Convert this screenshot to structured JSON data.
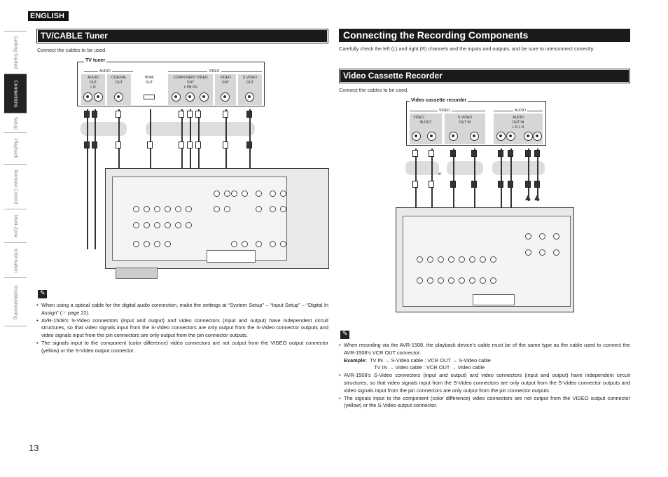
{
  "language_tab": "ENGLISH",
  "side_tabs": [
    {
      "label": "Getting Started",
      "active": false
    },
    {
      "label": "Connections",
      "active": true
    },
    {
      "label": "Setup",
      "active": false
    },
    {
      "label": "Playback",
      "active": false
    },
    {
      "label": "Remote Control",
      "active": false
    },
    {
      "label": "Multi-Zone",
      "active": false
    },
    {
      "label": "Information",
      "active": false
    },
    {
      "label": "Troubleshooting",
      "active": false
    }
  ],
  "left": {
    "heading": "TV/CABLE Tuner",
    "intro": "Connect the cables to be used.",
    "device_label": "TV tuner",
    "audio_group": "AUDIO",
    "video_group": "VIDEO",
    "connectors": [
      {
        "top": "AUDIO",
        "mid": "OUT",
        "sub": "L      R"
      },
      {
        "top": "COAXIAL",
        "mid": "OUT",
        "sub": ""
      },
      {
        "top": "HDMI",
        "mid": "OUT",
        "sub": ""
      },
      {
        "top": "COMPONENT VIDEO",
        "mid": "OUT",
        "sub": "Y     PB     PR"
      },
      {
        "top": "VIDEO",
        "mid": "OUT",
        "sub": ""
      },
      {
        "top": "S VIDEO",
        "mid": "OUT",
        "sub": ""
      }
    ],
    "notes": [
      "When using a optical cable for the digital audio connection, make the settings at “System Setup” – “Input Setup” – “Digital In Assign” (☞ page 22).",
      "AVR-1508’s S-Video connectors (input and output) and video connectors (input and output) have independent circuit structures, so that video signals input from the S-Video connectors are only output from the S-Video connector outputs and video signals input from the pin connectors are only output from the pin connector outputs.",
      "The signals input to the component (color difference) video connectors are not output from the VIDEO output connector (yellow) or the S-Video output connector."
    ]
  },
  "right": {
    "heading": "Connecting the Recording Components",
    "intro": "Carefully check the left (L) and right (R) channels and the inputs and outputs, and be sure to interconnect correctly.",
    "subheading": "Video Cassette Recorder",
    "sub_intro": "Connect the cables to be used.",
    "device_label": "Video cassette recorder",
    "video_group": "VIDEO",
    "audio_group": "AUDIO",
    "or_label": "or",
    "connectors": [
      {
        "top": "VIDEO",
        "sub": "IN        OUT"
      },
      {
        "top": "S VIDEO",
        "sub": "OUT        IN"
      },
      {
        "top": "AUDIO",
        "sub": "OUT        IN"
      }
    ],
    "lr_label": "L    R        L    R",
    "notes": {
      "first": "When recording via the AVR-1508, the playback device’s cable must be of the same type as the cable used to connect the AVR-1508’s VCR OUT connector.",
      "example_label": "Example:",
      "example_line1": "TV IN → S-Video cable : VCR OUT → S-Video cable",
      "example_line2": "TV IN → Video cable : VCR OUT → Video cable",
      "rest": [
        "AVR-1508’s S-Video connectors (input and output) and video connectors (input and output) have independent circuit structures, so that video signals input from the S-Video connectors are only output from the S-Video connector outputs and video signals input from the pin connectors are only output from the pin connector outputs.",
        "The signals input to the component (color difference) video connectors are not output from the VIDEO output connector (yellow) or the S-Video output connector."
      ]
    }
  },
  "page_number": "13"
}
